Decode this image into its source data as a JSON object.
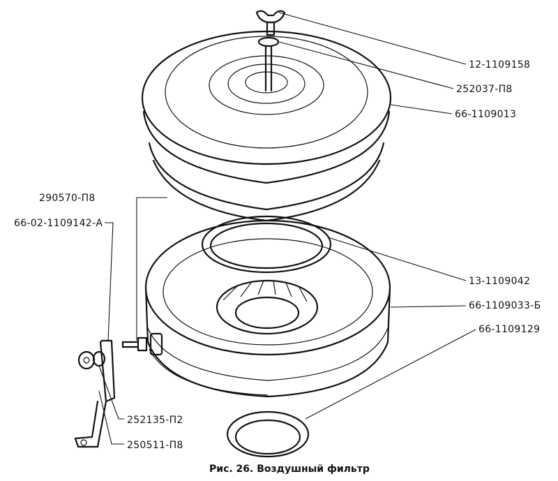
{
  "caption": "Рис. 26. Воздушный фильтр",
  "parts": [
    "12-1109158",
    "252037-П8",
    "66-1109013",
    "290570-П8",
    "66-02-1109142-А",
    "13-1109042",
    "66-1109033-Б",
    "66-1109129",
    "252135-П2",
    "250511-П8"
  ],
  "colors": {
    "ink": "#111111",
    "paper": "#ffffff"
  }
}
